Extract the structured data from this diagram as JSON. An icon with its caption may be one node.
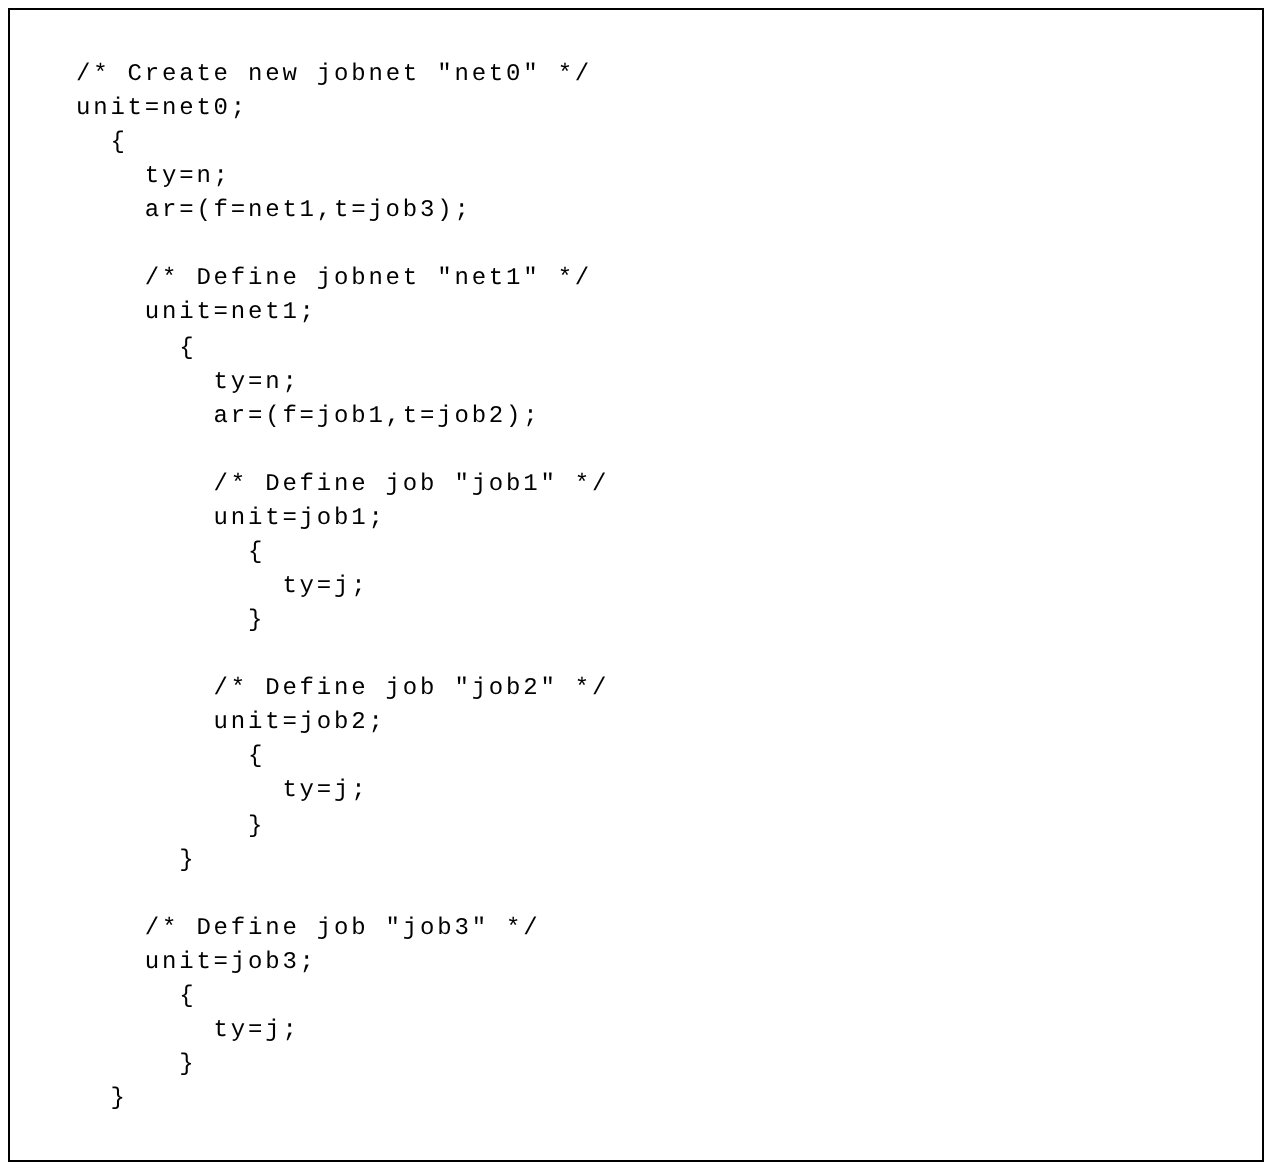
{
  "diagram": {
    "labels": [
      "/* Create new jobnet \"net0\" */",
      "unit=net0;",
      "{",
      "ty=n;",
      "ar=(f=net1,t=job3);",
      "/* Define jobnet \"net1\" */",
      "unit=net1;",
      "{",
      "ty=n;",
      "ar=(f=job1,t=job2);",
      "/* Define job \"job1\" */",
      "unit=job1;",
      "{",
      "ty=j;",
      "}",
      "/* Define job \"job2\" */",
      "unit=job2;",
      "{",
      "ty=j;",
      "}",
      "}",
      "/* Define job \"job3\" */",
      "unit=job3;",
      "{",
      "ty=j;",
      "}",
      "}"
    ]
  }
}
